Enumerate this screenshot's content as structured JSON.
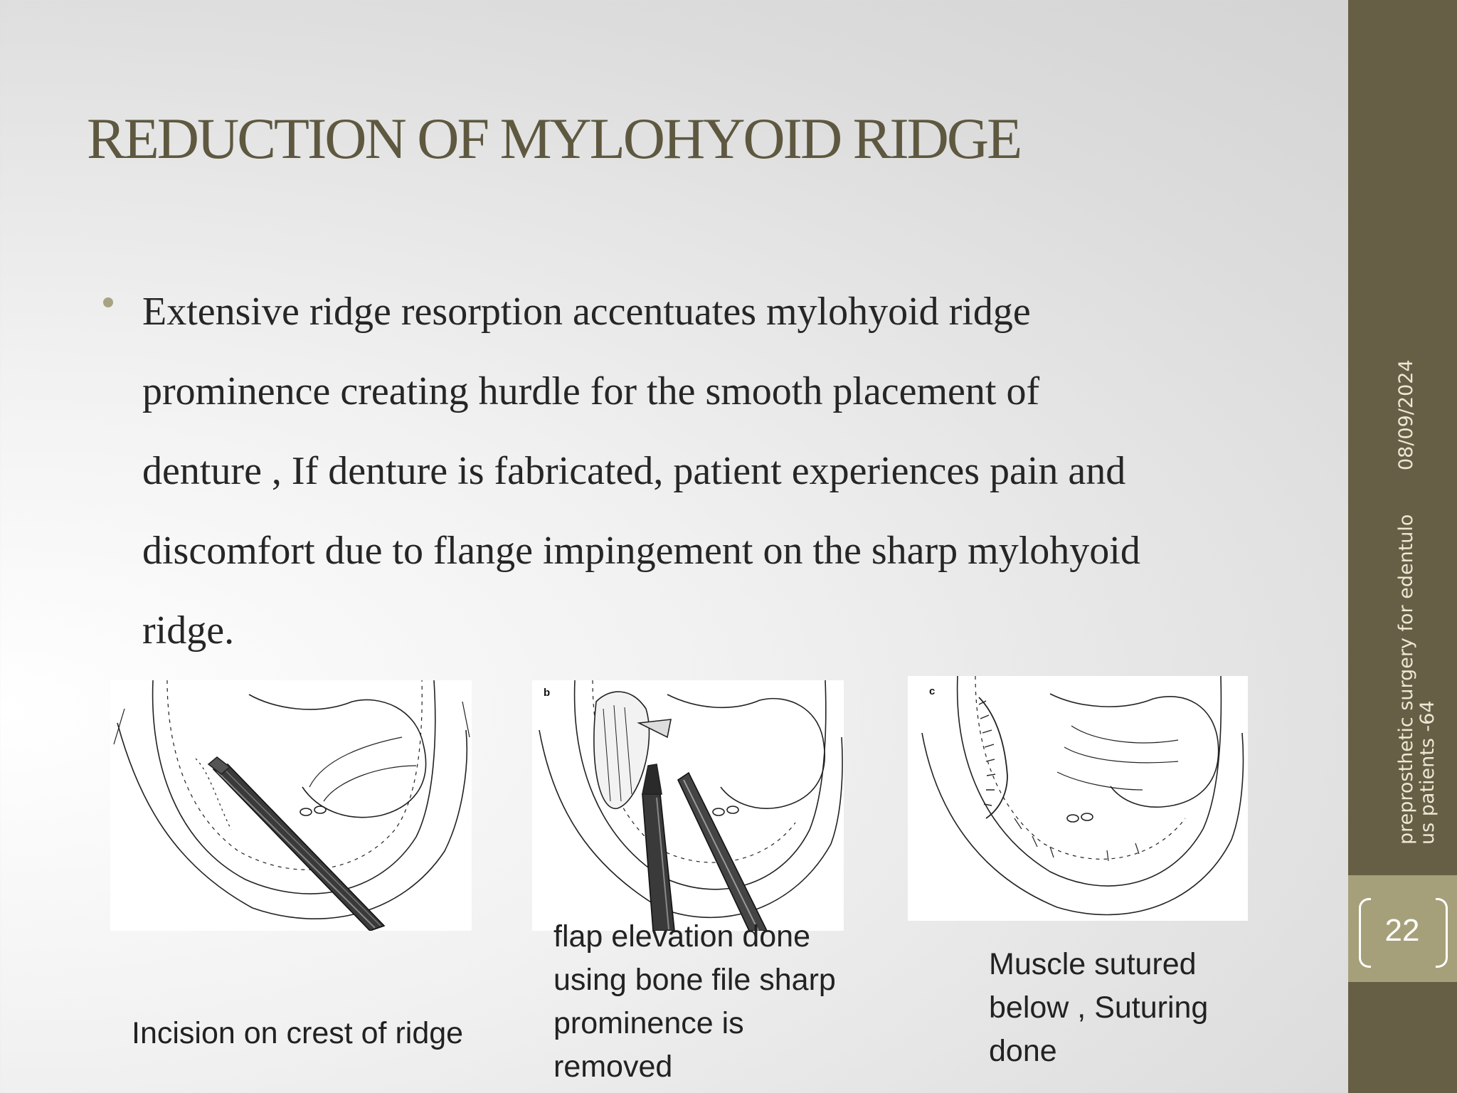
{
  "slide": {
    "title": "REDUCTION OF MYLOHYOID RIDGE",
    "bullet_lines": [
      "Extensive ridge  resorption  accentuates mylohyoid ridge",
      "prominence  creating  hurdle for the smooth placement of",
      "denture , If denture is fabricated, patient experiences pain and",
      "discomfort due to flange impingement on the sharp mylohyoid",
      "ridge."
    ],
    "figures": [
      {
        "letter": "",
        "caption_lines": [
          "Incision on crest of ridge"
        ]
      },
      {
        "letter": "b",
        "caption_lines": [
          "flap elevation done",
          "using bone file  sharp",
          "prominence is",
          "removed"
        ]
      },
      {
        "letter": "c",
        "caption_lines": [
          "Muscle sutured",
          "below , Suturing",
          "done"
        ]
      }
    ],
    "sidebar": {
      "date": "08/09/2024",
      "footer_lines": [
        "preprosthetic surgery for edentulo",
        "us patients -64"
      ],
      "page_number": "22"
    }
  },
  "colors": {
    "title": "#5d583f",
    "sidebar": "#675f45",
    "page_number_band": "#a6a07a",
    "bullet": "#a7a382"
  }
}
